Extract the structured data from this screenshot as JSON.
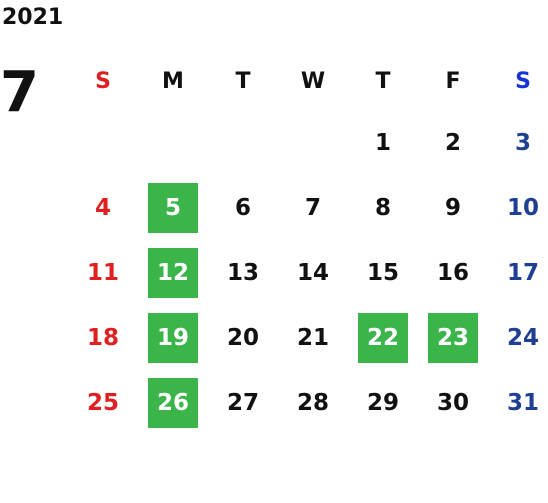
{
  "year": "2021",
  "month": "7",
  "weekdays": [
    "S",
    "M",
    "T",
    "W",
    "T",
    "F",
    "S"
  ],
  "weeks": [
    [
      "",
      "",
      "",
      "",
      "1",
      "2",
      "3"
    ],
    [
      "4",
      "5",
      "6",
      "7",
      "8",
      "9",
      "10"
    ],
    [
      "11",
      "12",
      "13",
      "14",
      "15",
      "16",
      "17"
    ],
    [
      "18",
      "19",
      "20",
      "21",
      "22",
      "23",
      "24"
    ],
    [
      "25",
      "26",
      "27",
      "28",
      "29",
      "30",
      "31"
    ]
  ],
  "highlighted": [
    "5",
    "12",
    "19",
    "22",
    "23",
    "26"
  ],
  "colors": {
    "sunday": "#e02020",
    "saturday": "#1f3f95",
    "saturday_header": "#1533d6",
    "highlight": "#3bb54a",
    "text": "#111111"
  }
}
